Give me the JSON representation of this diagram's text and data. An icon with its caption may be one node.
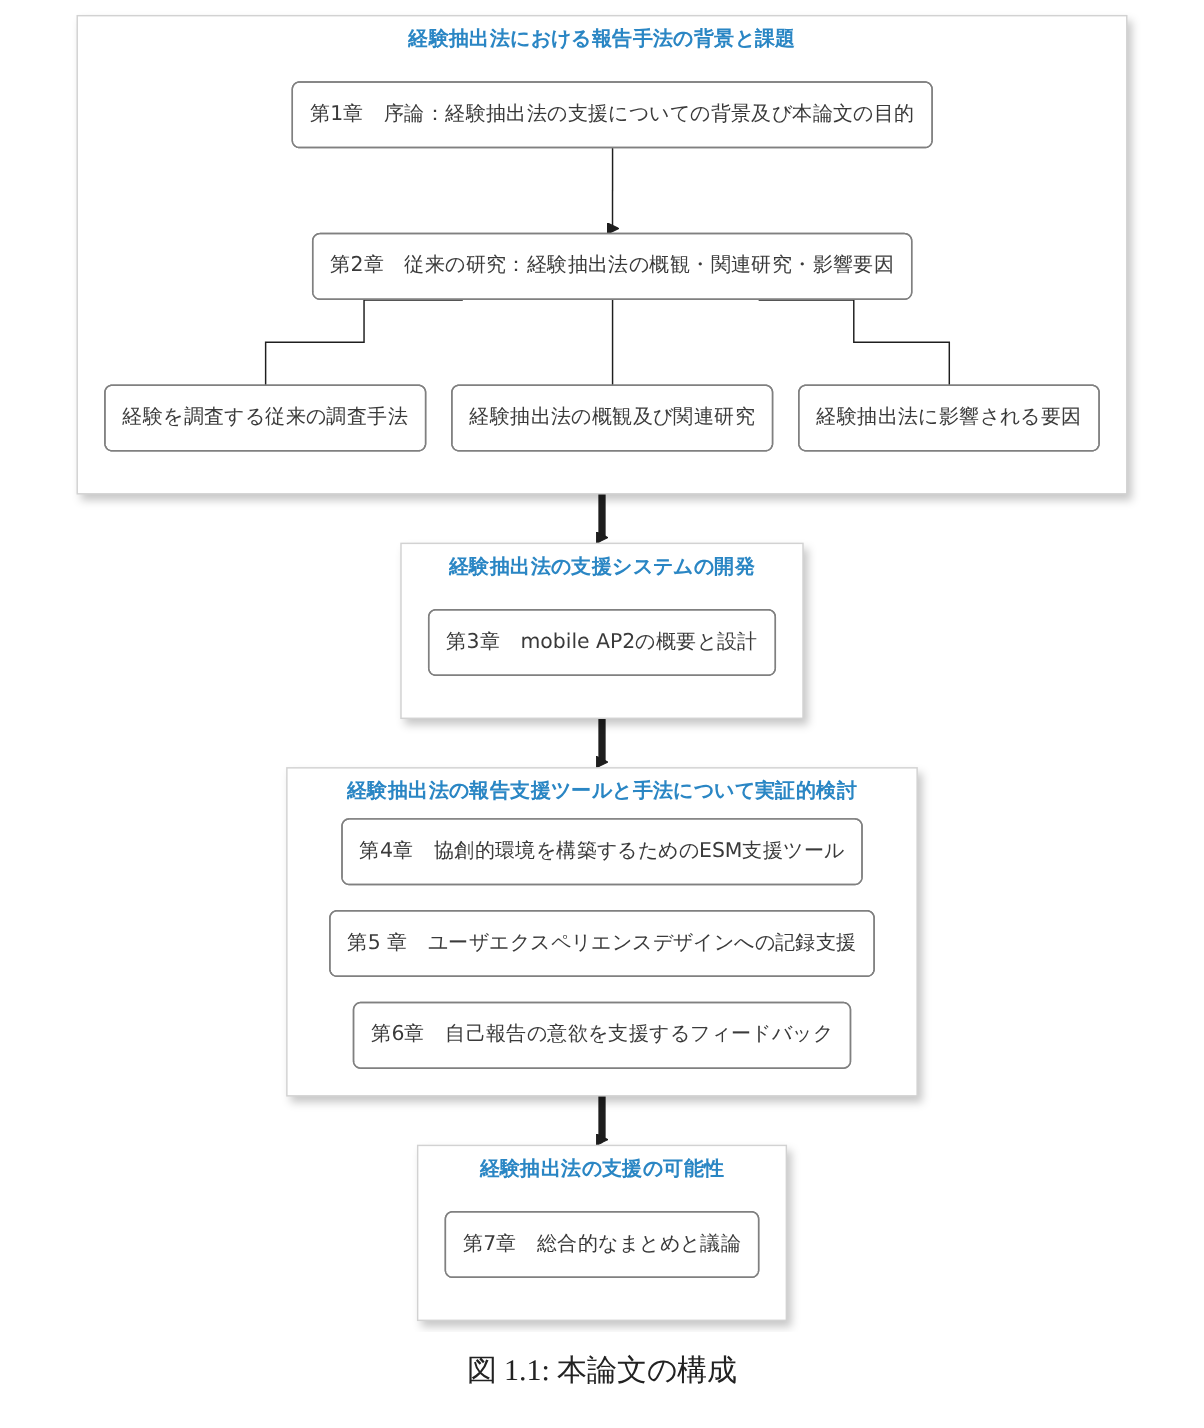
{
  "diagram": {
    "caption": "図 1.1: 本論文の構成",
    "nodes": [
      {
        "text": [
          "経験抽出法における報告手法の背景と課題"
        ]
      },
      {
        "text": [
          "第1章　序論：経験抽出法の支援についての背景及び本論文の目的"
        ],
        "in": 0
      },
      {
        "text": [
          "第2章　従来の研究：経験抽出法の概観・関連研究・影響要因"
        ],
        "in": 0
      },
      {
        "text": [
          "経験を調査する従来の調査手法"
        ],
        "in": 0
      },
      {
        "text": [
          "経験抽出法の概観及び関連研究"
        ],
        "in": 0
      },
      {
        "text": [
          "経験抽出法に影響される要因"
        ],
        "in": 0
      },
      {
        "text": [
          "経験抽出法の支援システムの開発"
        ]
      },
      {
        "text": [
          "第3章　mobile AP2の概要と設計"
        ],
        "in": 6
      },
      {
        "text": [
          "経験抽出法の報告支援ツールと手法について実証的検討"
        ]
      },
      {
        "text": [
          "第4章　協創的環境を構築するためのESM支援ツール"
        ],
        "in": 8
      },
      {
        "text": [
          "第5 章　ユーザエクスペリエンスデザインへの記録支援"
        ],
        "in": 8
      },
      {
        "text": [
          "第6章　自己報告の意欲を支援するフィードバック"
        ],
        "in": 8
      },
      {
        "text": [
          "経験抽出法の支援の可能性"
        ]
      },
      {
        "text": [
          "第7章　総合的なまとめと議論"
        ],
        "in": 12
      }
    ],
    "edges": [
      {
        "from": 1,
        "to": 2,
        "arrow": "to"
      },
      {
        "from": 2,
        "to": 3,
        "arrow": "none"
      },
      {
        "from": 2,
        "to": 4,
        "arrow": "none"
      },
      {
        "from": 2,
        "to": 5,
        "arrow": "none"
      },
      {
        "from": 0,
        "to": 6,
        "arrow": "to",
        "style": "thick"
      },
      {
        "from": 6,
        "to": 8,
        "arrow": "to",
        "style": "thick"
      },
      {
        "from": 8,
        "to": 12,
        "arrow": "to",
        "style": "thick"
      }
    ]
  }
}
